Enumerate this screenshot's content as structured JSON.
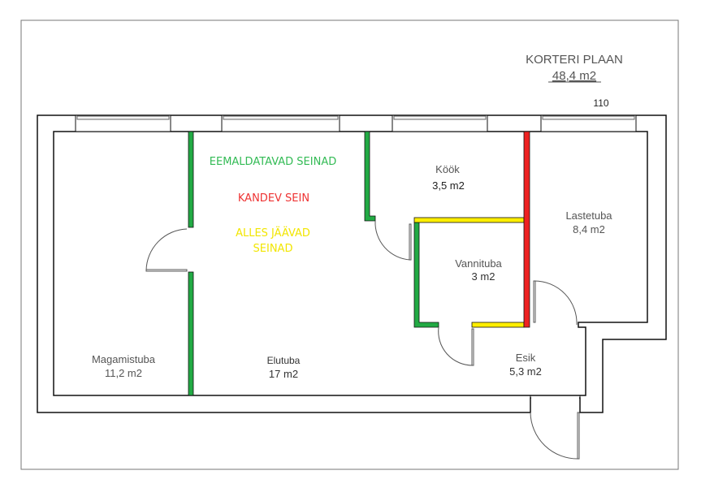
{
  "title": "KORTERI PLAAN",
  "total_area": "48,4 m2",
  "apartment_number": "110",
  "legend": {
    "removable": {
      "label": "EEMALDATAVAD SEINAD",
      "color": "#22aa44"
    },
    "load_bearing": {
      "label": "KANDEV SEIN",
      "color": "#ee2222"
    },
    "remaining_1": "ALLES JÄÄVAD",
    "remaining_2": "SEINAD",
    "remaining_color": "#ffee00"
  },
  "rooms": {
    "kook": {
      "name": "Köök",
      "area": "3,5 m2"
    },
    "lastetuba": {
      "name": "Lastetuba",
      "area": "8,4 m2"
    },
    "vannituba": {
      "name": "Vannituba",
      "area": "3 m2"
    },
    "magamistuba": {
      "name": "Magamistuba",
      "area": "11,2 m2"
    },
    "elutuba": {
      "name": "Elutuba",
      "area": "17 m2"
    },
    "esik": {
      "name": "Esik",
      "area": "5,3 m2"
    }
  }
}
